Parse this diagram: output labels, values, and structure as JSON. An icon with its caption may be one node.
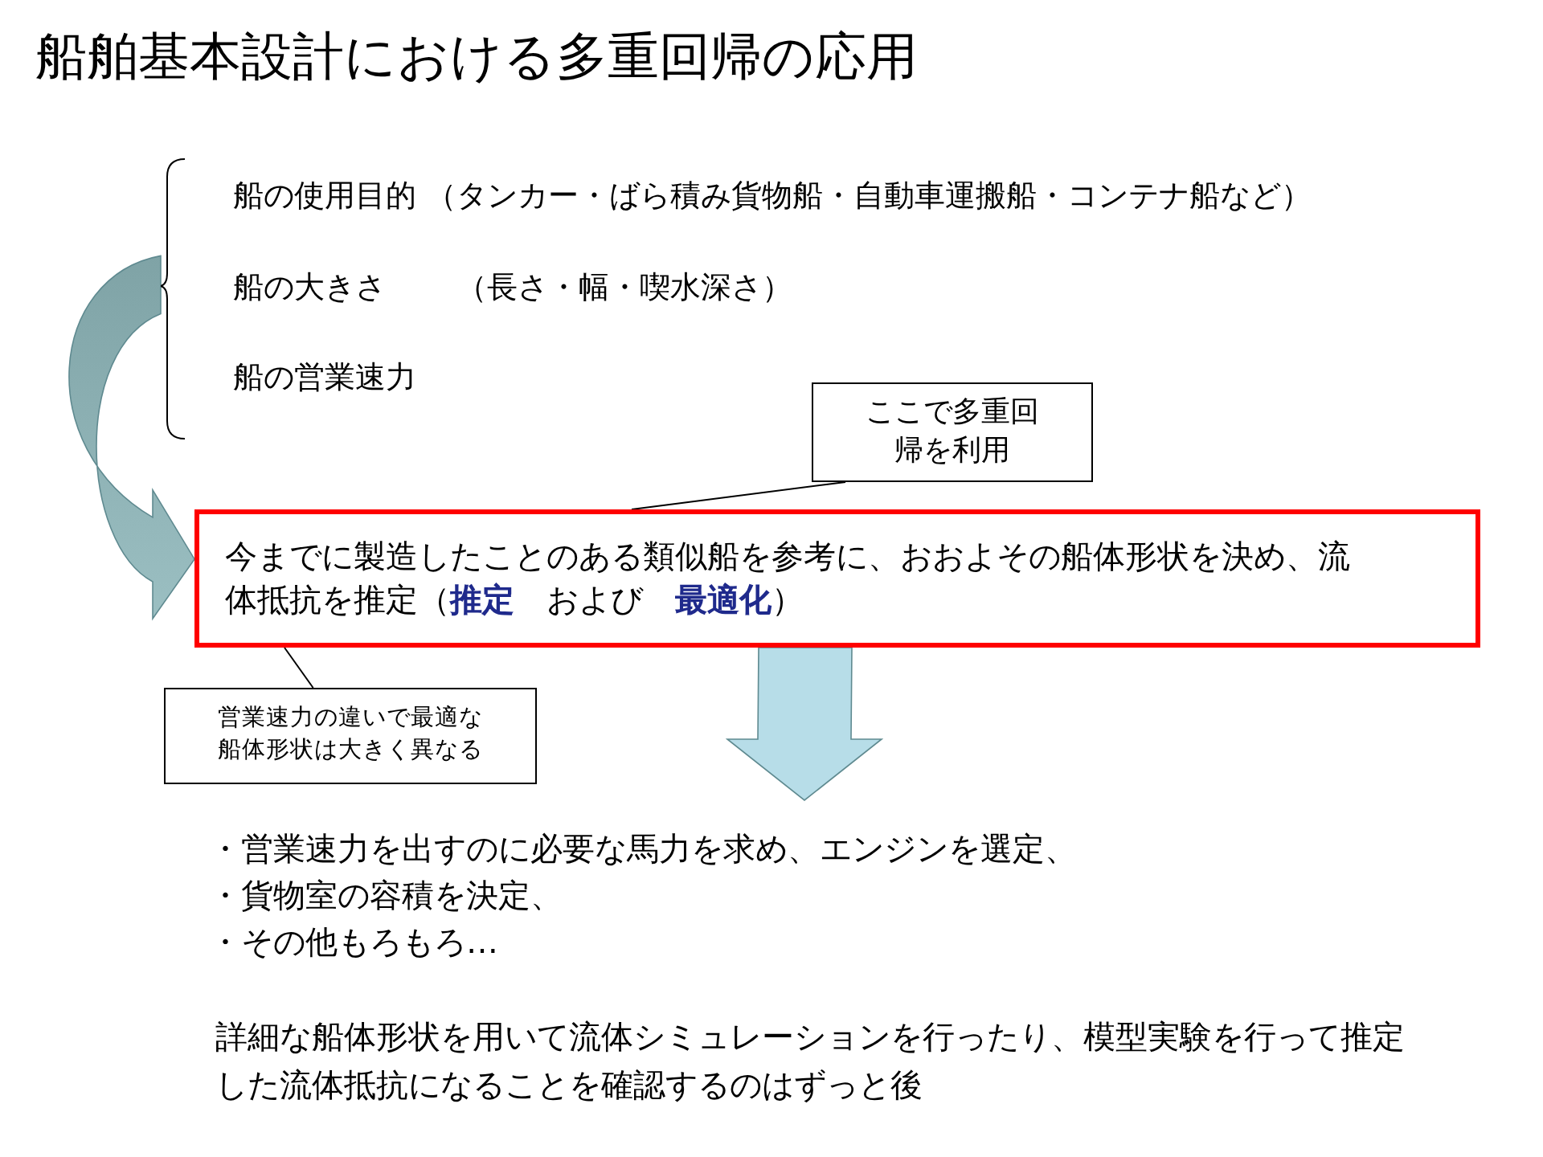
{
  "diagram": {
    "title": "船舶基本設計における多重回帰の応用",
    "nodes": [
      {
        "text": [
          "船の使用目的 （タンカー・ばら積み貨物船・自動車運搬船・コンテナ船など）",
          "船の大きさ　　 （長さ・幅・喫水深さ）",
          "船の営業速力"
        ]
      },
      {
        "text": [
          "ここで多重回帰を利用"
        ]
      },
      {
        "text": [
          "今までに製造したことのある類似船を参考に、おおよその船体形状を決め、流体抵抗を推定（**推定**　および　**最適化**）"
        ]
      },
      {
        "text": [
          "営業速力の違いで最適な船体形状は大きく異なる"
        ]
      },
      {
        "text": [
          "・営業速力を出すのに必要な馬力を求め、エンジンを選定、",
          "・貨物室の容積を決定、",
          "・その他もろもろ…"
        ]
      }
    ],
    "edges": [
      {
        "from": 0,
        "to": 2,
        "arrow": "to",
        "style": "thick",
        "color": "#9bbfc2"
      },
      {
        "from": 1,
        "to": 2,
        "arrow": "none"
      },
      {
        "from": 3,
        "to": 2,
        "arrow": "none"
      },
      {
        "from": 2,
        "to": 4,
        "arrow": "to",
        "style": "thick",
        "color": "#b7dde8"
      }
    ],
    "labels": [
      "詳細な船体形状を用いて流体シミュレーションを行ったり、模型実験を行って推定した流体抵抗になることを確認するのはずっと後"
    ]
  }
}
